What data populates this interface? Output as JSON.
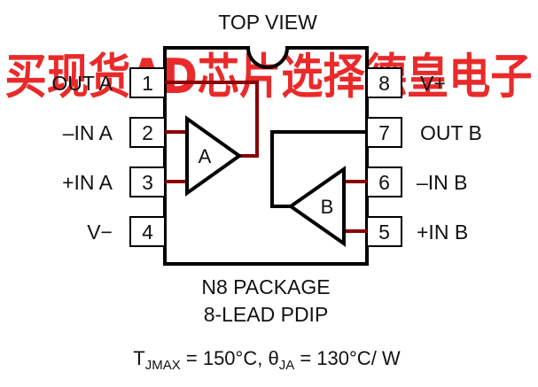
{
  "header": {
    "title": "TOP VIEW"
  },
  "watermark": {
    "text": "买现货AD芯片选择德皇电子",
    "color": "#e81818"
  },
  "colors": {
    "trace": "#8b0000",
    "outline": "#000000"
  },
  "pins": [
    {
      "number": "1",
      "label": "OUT A"
    },
    {
      "number": "2",
      "label": "–IN A"
    },
    {
      "number": "3",
      "label": "+IN A"
    },
    {
      "number": "4",
      "label": "V−"
    },
    {
      "number": "5",
      "label": "+IN B"
    },
    {
      "number": "6",
      "label": "–IN B"
    },
    {
      "number": "7",
      "label": "OUT B"
    },
    {
      "number": "8",
      "label": "V+"
    }
  ],
  "amplifiers": {
    "a": "A",
    "b": "B"
  },
  "package": {
    "line1": "N8 PACKAGE",
    "line2": "8-LEAD PDIP"
  },
  "footer": {
    "t_main": "T",
    "t_sub": "JMAX",
    "t_value": " = 150°C, ",
    "theta": "θ",
    "theta_sub": "JA",
    "theta_value": " = 130°C/ W"
  }
}
